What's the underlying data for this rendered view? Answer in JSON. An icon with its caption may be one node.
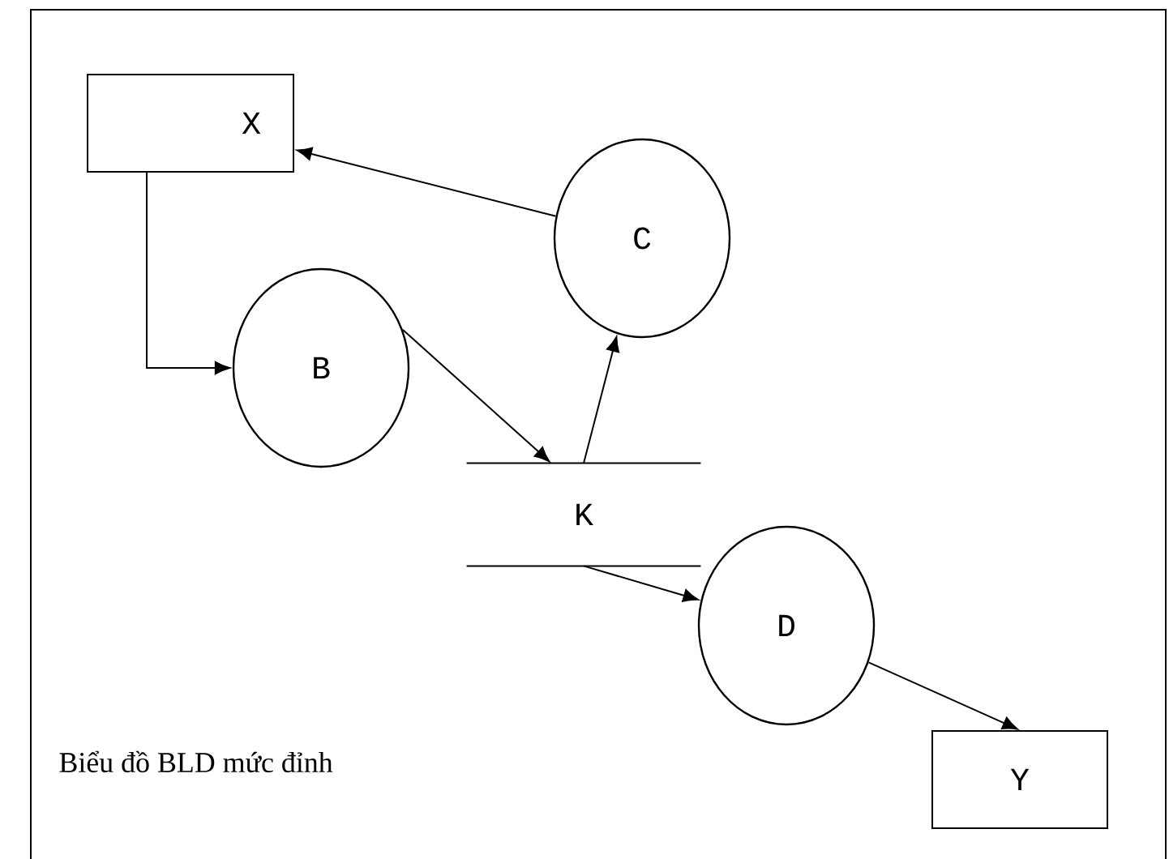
{
  "diagram": {
    "caption": "Biểu đồ BLD mức đỉnh",
    "nodes": [
      {
        "text": [
          "X"
        ]
      },
      {
        "text": [
          "B"
        ]
      },
      {
        "text": [
          "C"
        ]
      },
      {
        "text": [
          "K"
        ]
      },
      {
        "text": [
          "D"
        ]
      },
      {
        "text": [
          "Y"
        ]
      }
    ],
    "edges": [
      {
        "from": 0,
        "to": 1,
        "arrow": "to"
      },
      {
        "from": 2,
        "to": 0,
        "arrow": "to"
      },
      {
        "from": 1,
        "to": 3,
        "arrow": "to"
      },
      {
        "from": 3,
        "to": 2,
        "arrow": "to"
      },
      {
        "from": 3,
        "to": 4,
        "arrow": "to"
      },
      {
        "from": 4,
        "to": 5,
        "arrow": "to"
      }
    ]
  }
}
